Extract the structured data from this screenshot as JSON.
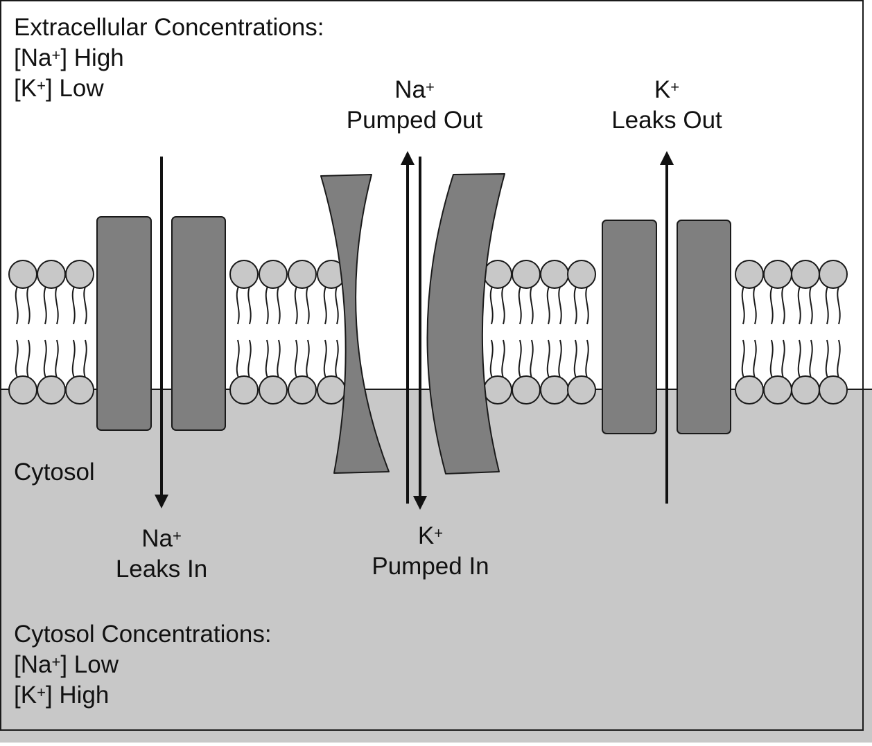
{
  "colors": {
    "extracellular": "#ffffff",
    "cytosol": "#c8c8c8",
    "protein": "#7f7f7f",
    "lipid_head": "#c8c8c8",
    "stroke": "#1a1a1a"
  },
  "extracellular": {
    "heading": "Extracellular Concentrations:",
    "na_prefix": "[Na",
    "na_sup": "+",
    "na_suffix": "] High",
    "k_prefix": "[K",
    "k_sup": "+",
    "k_suffix": "] Low"
  },
  "cytosol": {
    "region_label": "Cytosol",
    "heading": "Cytosol Concentrations:",
    "na_prefix": "[Na",
    "na_sup": "+",
    "na_suffix": "] Low",
    "k_prefix": "[K",
    "k_sup": "+",
    "k_suffix": "] High"
  },
  "arrows": {
    "na_pumped_out": {
      "ion": "Na",
      "sup": "+",
      "caption": "Pumped Out"
    },
    "k_leaks_out": {
      "ion": "K",
      "sup": "+",
      "caption": "Leaks Out"
    },
    "na_leaks_in": {
      "ion": "Na",
      "sup": "+",
      "caption": "Leaks In"
    },
    "k_pumped_in": {
      "ion": "K",
      "sup": "+",
      "caption": "Pumped In"
    }
  },
  "icons": {
    "lipid": "phospholipid-icon",
    "channel": "ion-channel-icon",
    "pump": "sodium-potassium-pump-icon"
  }
}
